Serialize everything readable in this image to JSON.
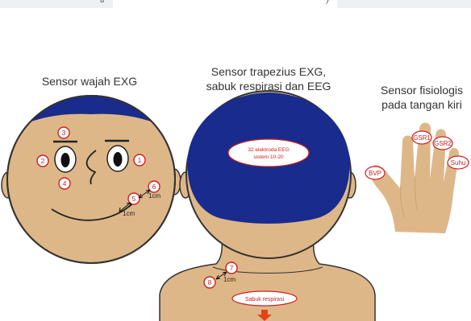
{
  "header": {
    "strip_left_text": "u",
    "strip_mid_text": ")"
  },
  "titles": {
    "face": "Sensor wajah EXG",
    "back_line1": "Sensor trapezius EXG,",
    "back_line2": "sabuk respirasi dan EEG",
    "hand_line1": "Sensor fisiologis",
    "hand_line2": "pada tangan kiri"
  },
  "face": {
    "sensors": [
      "1",
      "2",
      "3",
      "4",
      "5",
      "6"
    ],
    "distance_labels": [
      "1cm",
      "1cm"
    ]
  },
  "back": {
    "eeg_line1": "32 elektroda EEG",
    "eeg_line2": "sistem 10-20",
    "sensors": [
      "7",
      "8"
    ],
    "distance_label": "1cm",
    "belt_label": "Sabuk respirasi"
  },
  "hand": {
    "sensors": [
      "GSR1",
      "GSR2",
      "BVP",
      "Suhu"
    ]
  },
  "colors": {
    "skin": "#deb788",
    "hair": "#1a2b8e",
    "marker": "#cc2020",
    "arrow": "#e2421a"
  }
}
